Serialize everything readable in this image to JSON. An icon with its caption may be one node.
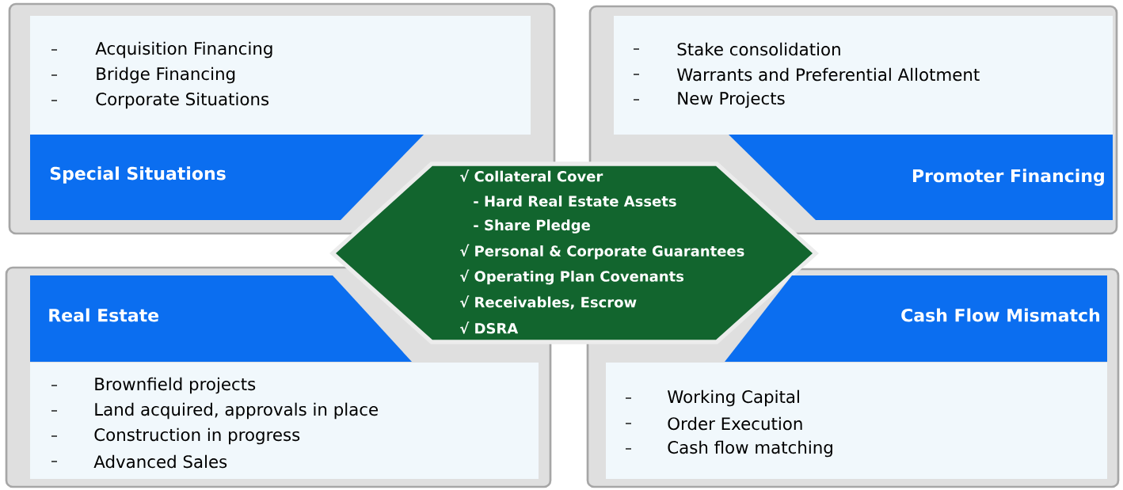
{
  "diagram": {
    "nodes": [
      {
        "text": [
          "Acquisition Financing",
          "Bridge Financing",
          "Corporate Situations"
        ]
      },
      {
        "text": [
          "Special Situations"
        ]
      },
      {
        "text": [
          "Stake consolidation",
          "Warrants and Preferential Allotment",
          "New Projects"
        ]
      },
      {
        "text": [
          "Promoter Financing"
        ]
      },
      {
        "text": [
          "√ Collateral Cover",
          "- Hard Real Estate Assets",
          "- Share Pledge",
          "√ Personal & Corporate Guarantees",
          "√ Operating Plan Covenants",
          "√ Receivables, Escrow",
          "√ DSRA"
        ]
      },
      {
        "text": [
          "Real Estate"
        ]
      },
      {
        "text": [
          "Brownfield projects",
          "Land acquired, approvals in place",
          "Construction in progress",
          "Advanced Sales"
        ]
      },
      {
        "text": [
          "Cash Flow Mismatch"
        ]
      },
      {
        "text": [
          "Working Capital",
          "Order Execution",
          "Cash flow matching"
        ]
      }
    ]
  }
}
